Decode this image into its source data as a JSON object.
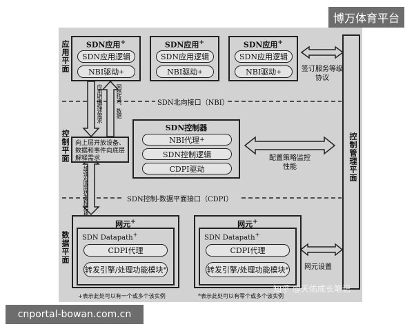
{
  "planes": {
    "application": "应用平面",
    "control": "控制平面",
    "data": "数据平面",
    "management": "控制管理平面"
  },
  "app_boxes": [
    {
      "title": "SDN应用",
      "sup": "+",
      "logic": "SDN应用逻辑",
      "nbi": "NBI驱动",
      "nbi_sup": "+"
    },
    {
      "title": "SDN应用",
      "sup": "+",
      "logic": "SDN应用逻辑",
      "nbi": "NBI驱动",
      "nbi_sup": "+"
    },
    {
      "title": "SDN应用",
      "sup": "+",
      "logic": "SDN应用逻辑",
      "nbi": "NBI驱动",
      "nbi_sup": "+"
    }
  ],
  "interfaces": {
    "northbound": "SDN北向接口（NBI）",
    "cdpi": "SDN控制-数据平面接口（CDPI）"
  },
  "side_texts": {
    "app_requirements": "应用明确描述需求",
    "network_state": "网络技术、数据",
    "expose_text": "向上层开放设备、数据和事件向底层解释需求",
    "enforce_text": "加强对底层状态和错误的发现能力"
  },
  "controller": {
    "title": "SDN控制器",
    "nbi_agent": "NBI代理",
    "nbi_agent_sup": "+",
    "logic": "SDN控制逻辑",
    "cdpi_driver": "CDPI驱动"
  },
  "network_elements": [
    {
      "title": "网元",
      "sup": "+",
      "datapath": "SDN Datapath",
      "dp_sup": "+",
      "agent": "CDPI代理",
      "engine": "转发引擎/处理功能模块",
      "engine_sup": "*"
    },
    {
      "title": "网元",
      "sup": "+",
      "datapath": "SDN Datapath",
      "dp_sup": "+",
      "agent": "CDPI代理",
      "engine": "转发引擎/处理功能模块",
      "engine_sup": "*"
    }
  ],
  "arrow_labels": {
    "sla": "签订服务等级协议",
    "policy": "配置策略监控性能",
    "ne_setup": "网元设置"
  },
  "footnotes": {
    "plus": "+表示此处可以有一个或多个该实例",
    "star": "*表示此处可以有零个或多个该实例"
  },
  "watermarks": {
    "top_right": "博万体育平台",
    "bottom_left": "cnportal-bowan.com.cn",
    "zhihu": "知乎 @天佑成长笔记"
  }
}
